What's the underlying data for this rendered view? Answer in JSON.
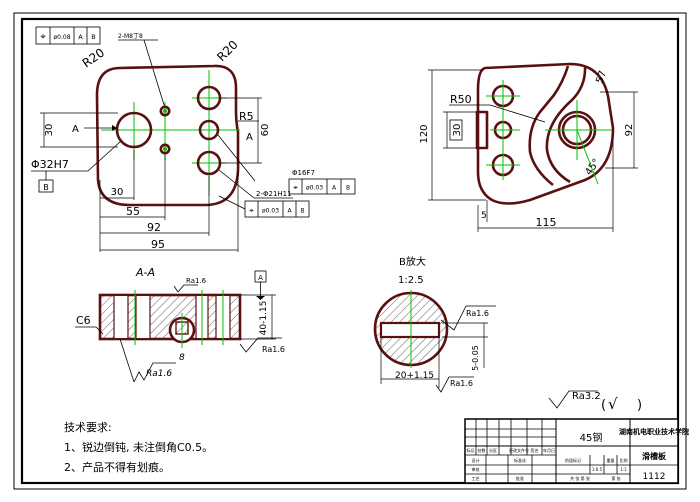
{
  "drawing": {
    "front_view": {
      "feature_frame_top": [
        "⌖",
        "ø0.08",
        "A",
        "B"
      ],
      "label_holes_small": "2-M8丁8",
      "radius_left": "R20",
      "radius_right": "R20",
      "radius_small": "R5",
      "datum_a": "A",
      "datum_a_right": "A",
      "dim_30": "30",
      "dim_60": "60",
      "bore": "Φ32H7",
      "datum_b": "B",
      "label_holes_large": "2-Φ21H11",
      "label_pin": "Φ16F7",
      "frame_pin": [
        "⌖",
        "ø0.03",
        "A",
        "B"
      ],
      "frame_holes": [
        "⌖",
        "ø0.03",
        "A",
        "B"
      ],
      "dim_30_bottom": "30",
      "dim_55": "55",
      "dim_92": "92",
      "dim_95": "95"
    },
    "side_view": {
      "radius_50": "R50",
      "dim_120": "120",
      "dim_30": "30",
      "dim_92": "92",
      "dim_57": "57",
      "angle_45": "45°",
      "dim_5": "5",
      "dim_115": "115"
    },
    "section_view": {
      "title": "A-A",
      "ra_top": "Ra1.6",
      "ra_bottom": "Ra1.6",
      "ra_right": "Ra1.6",
      "chamfer": "C6",
      "datum_box": "A",
      "dim_40": "40-1.15",
      "depth": "8"
    },
    "detail_b": {
      "title": "B放大",
      "scale": "1:2.5",
      "ra_top": "Ra1.6",
      "ra_bottom": "Ra1.6",
      "dim_20": "20+1.15",
      "dim_5": "5-0.05"
    },
    "surface_finish": {
      "symbol": "Ra3.2",
      "paren_open": "(",
      "check": "√",
      "paren_close": ")"
    },
    "notes": {
      "heading": "技术要求:",
      "line1": "1、锐边倒钝, 未注倒角C0.5。",
      "line2": "2、产品不得有划痕。"
    },
    "title_block": {
      "material": "45钢",
      "school": "湖南机电职业技术学院",
      "part_name": "滑槽板",
      "drawing_no": "1112",
      "hdr_mark": "标记",
      "hdr_count": "处数",
      "hdr_zone": "分区",
      "hdr_change": "更改文件号",
      "hdr_sign": "签名",
      "hdr_date": "年月日",
      "row_design": "设计",
      "row_std": "标准化",
      "row_review": "审核",
      "row_process": "工艺",
      "row_approve": "批准",
      "stage": "阶段标记",
      "weight": "重量",
      "scale_lbl": "比例",
      "scale_val": "1:1",
      "ratio": "1:0.5",
      "sheet": "共 张 第 张",
      "sheet_b": "第 张"
    }
  },
  "colors": {
    "outline": "#5a1010",
    "centerline": "#00c000",
    "border": "#000000"
  }
}
